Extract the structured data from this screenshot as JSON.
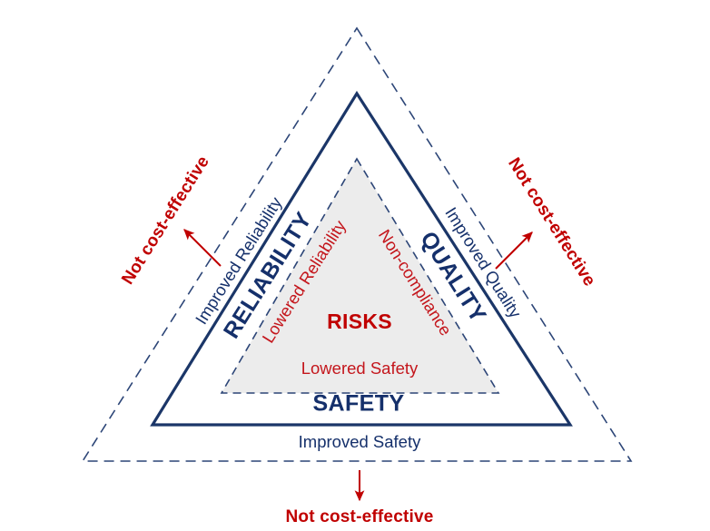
{
  "diagram": {
    "type": "nested-triangle-tradeoff",
    "background_color": "#ffffff",
    "colors": {
      "navy": "#15306b",
      "navy_line": "#1b3668",
      "red": "#c00000",
      "red_text": "#c4161c",
      "inner_fill": "#ececec",
      "dashed_stroke": "#2c4577"
    },
    "tiers": [
      {
        "name": "inner-risk-zone",
        "fill": "#ececec",
        "border": "dashed",
        "border_color": "#2c4577"
      },
      {
        "name": "core-triangle",
        "fill": "none",
        "border": "solid",
        "border_color": "#1b3668"
      },
      {
        "name": "outer-benefit-zone",
        "fill": "none",
        "border": "dashed",
        "border_color": "#2c4577"
      }
    ],
    "core_labels": {
      "left": "RELIABILITY",
      "right": "QUALITY",
      "bottom": "SAFETY"
    },
    "benefit_labels": {
      "left": "Improved Reliability",
      "right": "Improved Quality",
      "bottom": "Improved Safety"
    },
    "risk_labels": {
      "title": "RISKS",
      "left": "Lowered Reliability",
      "right": "Non-compliance",
      "bottom": "Lowered Safety"
    },
    "cost_callouts": {
      "left": "Not cost-effective",
      "right": "Not cost-effective",
      "bottom": "Not cost-effective"
    },
    "arrows": [
      {
        "name": "arrow-left",
        "direction": "up-left",
        "color": "#c00000"
      },
      {
        "name": "arrow-right",
        "direction": "up-right",
        "color": "#c00000"
      },
      {
        "name": "arrow-bottom",
        "direction": "down",
        "color": "#c00000"
      }
    ]
  }
}
